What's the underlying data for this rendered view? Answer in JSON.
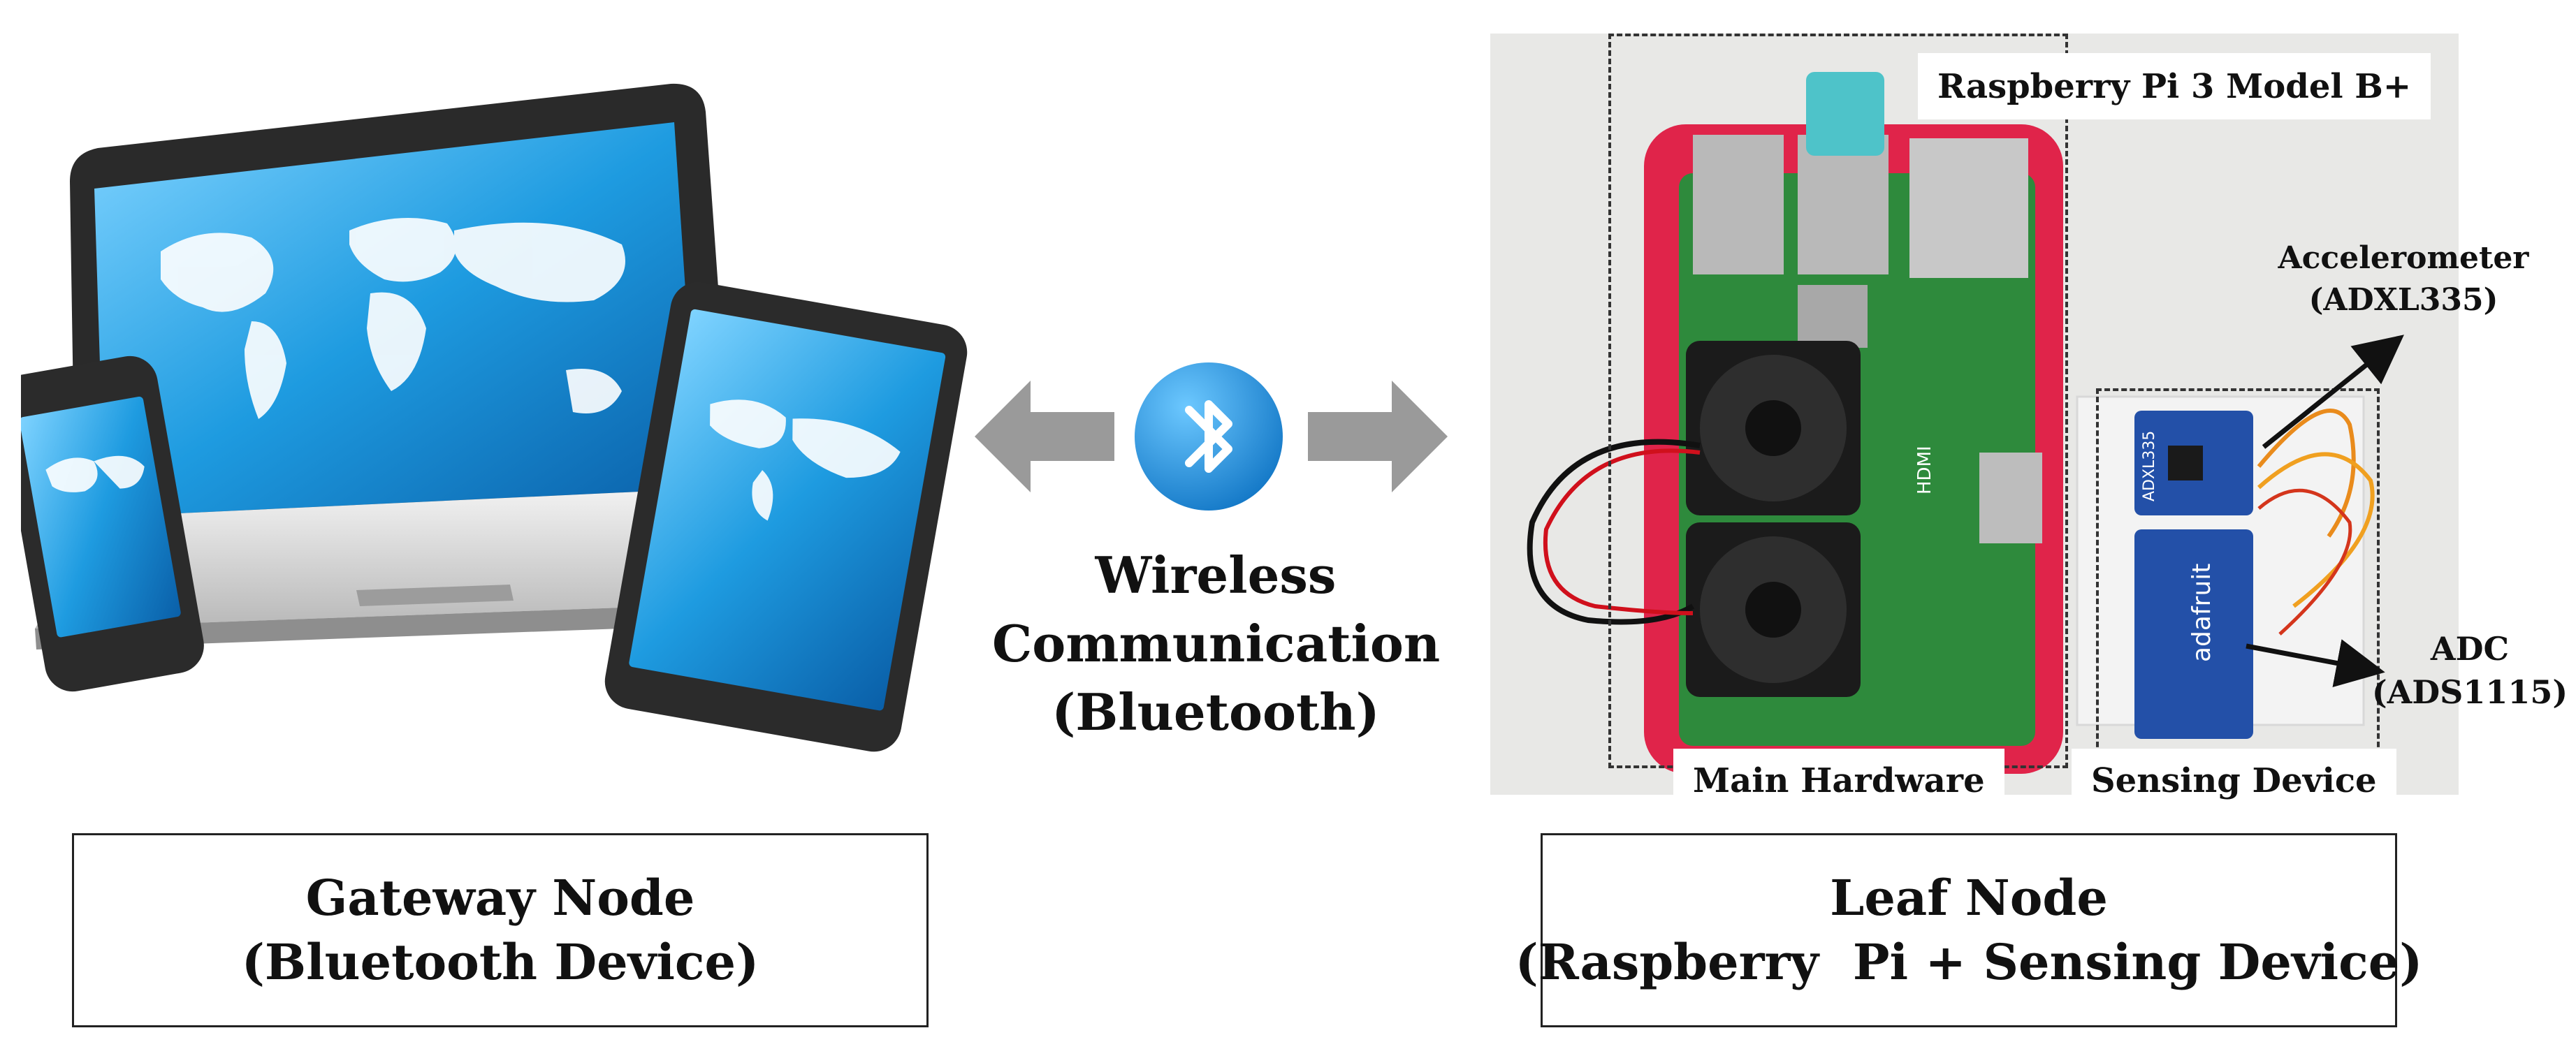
{
  "left_node": {
    "title": "Gateway Node",
    "subtitle": "(Bluetooth Device)"
  },
  "link": {
    "line1": "Wireless",
    "line2": "Communication",
    "line3": "(Bluetooth)"
  },
  "right_node": {
    "title": "Leaf Node",
    "subtitle": "(Raspberry  Pi + Sensing Device)"
  },
  "photo_labels": {
    "board": "Raspberry Pi 3 Model B+",
    "main_hardware": "Main Hardware",
    "sensing_device": "Sensing Device",
    "accelerometer": "Accelerometer",
    "accelerometer_part": "(ADXL335)",
    "adc": "ADC",
    "adc_part": "(ADS1115)"
  },
  "board_prints": {
    "hdmi": "HDMI",
    "brand": "adafruit",
    "accel_chip": "ADXL335"
  },
  "colors": {
    "bluetooth": "#1a8fd6",
    "arrow": "#9a9a9a",
    "case": "#e0244a",
    "pcb": "#2e8a3c",
    "screen": "#1e9be0"
  }
}
